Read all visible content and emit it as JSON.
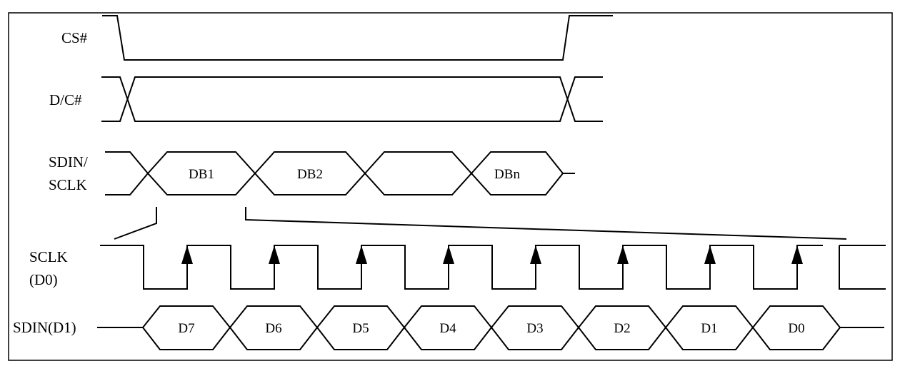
{
  "signals": {
    "cs": "CS#",
    "dc": "D/C#",
    "sdin_sclk_line1": "SDIN/",
    "sdin_sclk_line2": "SCLK",
    "sclk": "SCLK",
    "sclk_sub": "(D0)",
    "sdin": "SDIN(D1)"
  },
  "bytes": [
    "DB1",
    "DB2",
    "",
    "DBn"
  ],
  "bits": [
    "D7",
    "D6",
    "D5",
    "D4",
    "D3",
    "D2",
    "D1",
    "D0"
  ]
}
